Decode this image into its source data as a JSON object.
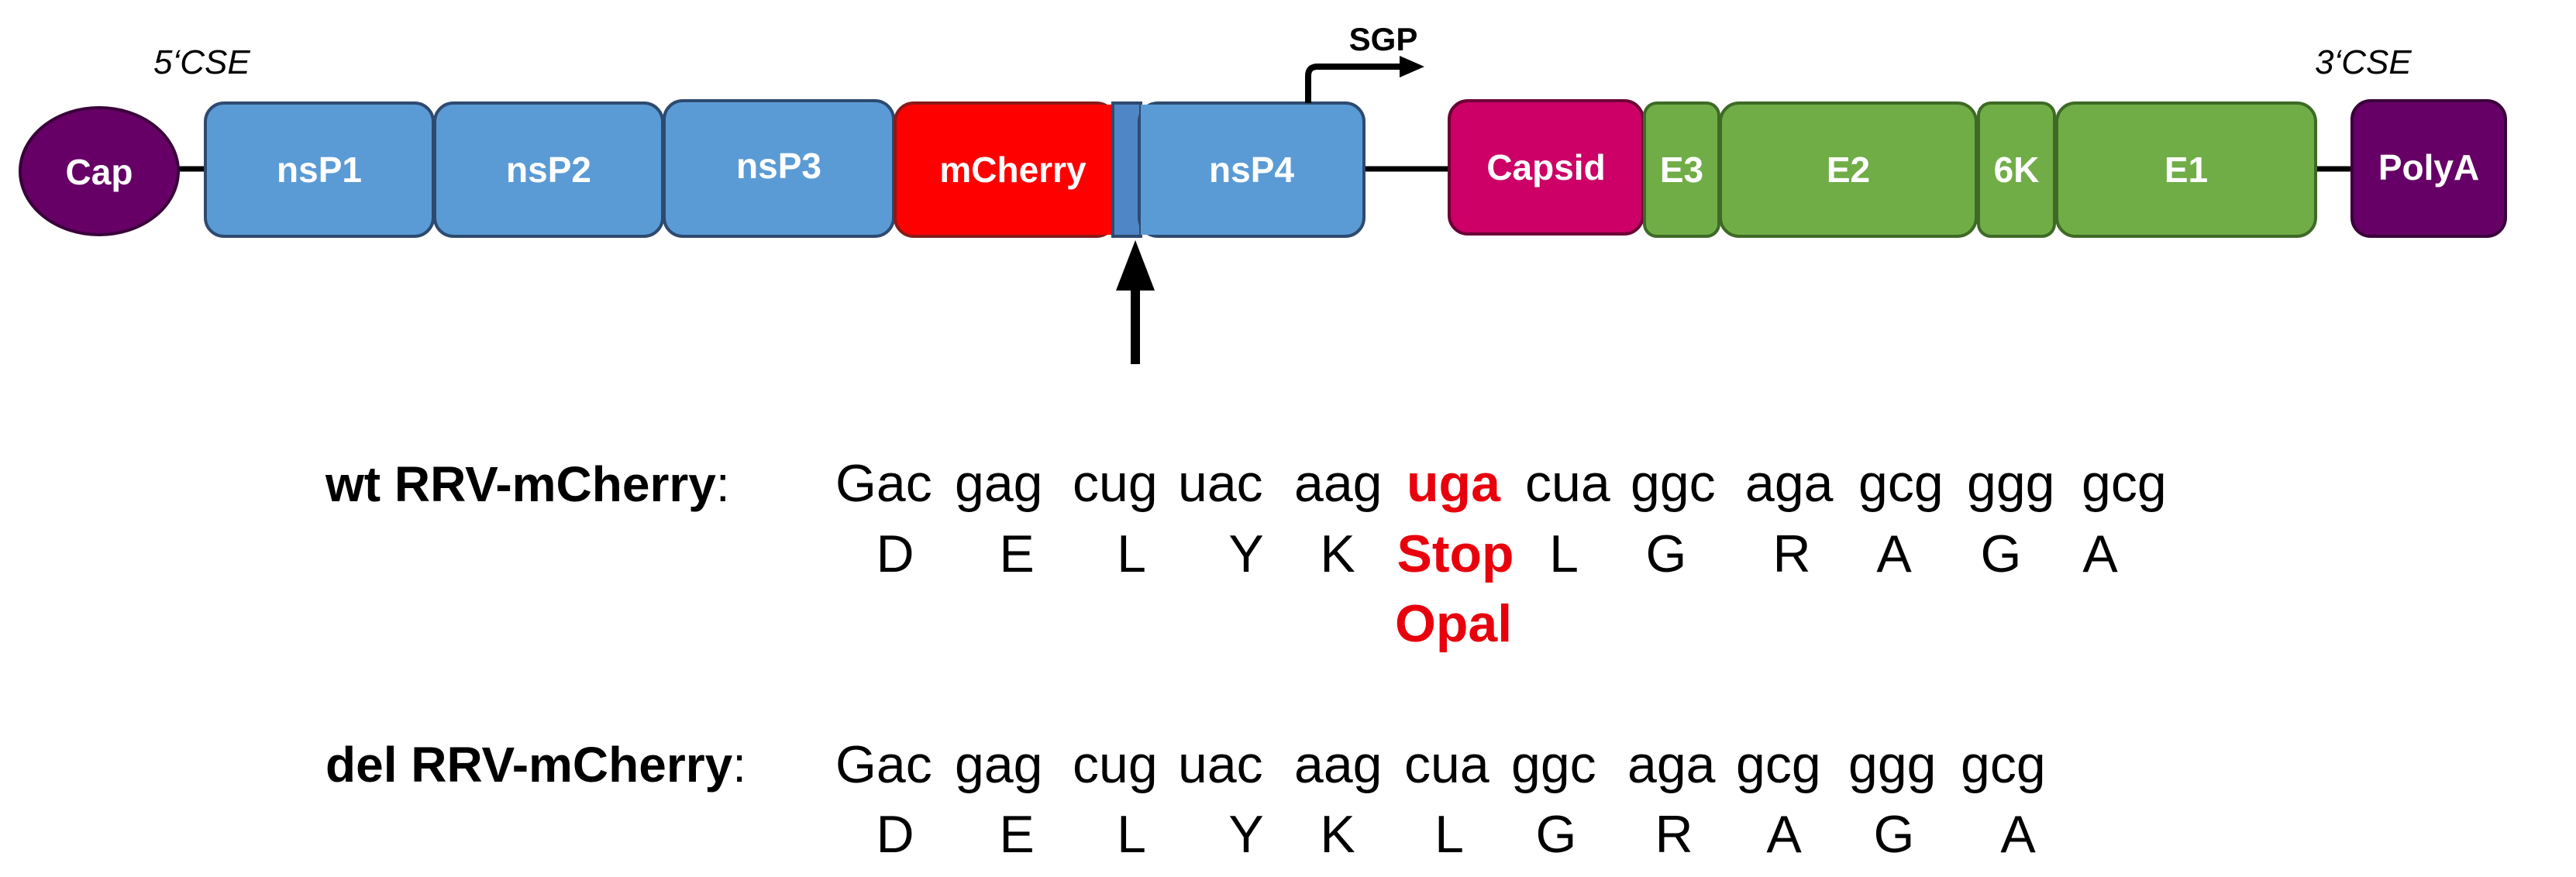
{
  "genome": {
    "elements": [
      {
        "id": "cap",
        "label": "Cap",
        "shape": "ellipse",
        "color": "#660066"
      },
      {
        "id": "nsp1",
        "label": "nsP1",
        "shape": "box",
        "color": "#5b9bd5"
      },
      {
        "id": "nsp2",
        "label": "nsP2",
        "shape": "box",
        "color": "#5b9bd5"
      },
      {
        "id": "nsp3",
        "label": "nsP3",
        "shape": "box",
        "color": "#5b9bd5"
      },
      {
        "id": "mcherry",
        "label": "mCherry",
        "shape": "box",
        "color": "#ff0000"
      },
      {
        "id": "nsp4",
        "label": "nsP4",
        "shape": "box",
        "color": "#5b9bd5"
      },
      {
        "id": "capsid",
        "label": "Capsid",
        "shape": "box",
        "color": "#cc0066"
      },
      {
        "id": "e3",
        "label": "E3",
        "shape": "box",
        "color": "#70ad47"
      },
      {
        "id": "e2",
        "label": "E2",
        "shape": "box",
        "color": "#70ad47"
      },
      {
        "id": "k6",
        "label": "6K",
        "shape": "box",
        "color": "#70ad47"
      },
      {
        "id": "e1",
        "label": "E1",
        "shape": "box",
        "color": "#70ad47"
      },
      {
        "id": "polya",
        "label": "PolyA",
        "shape": "box",
        "color": "#660066"
      }
    ],
    "labels": {
      "cse5": "5‘CSE",
      "cse3": "3‘CSE",
      "sgp": "SGP"
    }
  },
  "sequences": {
    "wt": {
      "name": "wt RRV-mCherry",
      "colon": ":",
      "codons": [
        "Gac",
        "gag",
        "cug",
        "uac",
        "aag",
        "uga",
        "cua",
        "ggc",
        "aga",
        "gcg",
        "ggg",
        "gcg"
      ],
      "amino_acids": [
        "D",
        "E",
        "L",
        "Y",
        "K",
        "Stop",
        "L",
        "G",
        "R",
        "A",
        "G",
        "A"
      ],
      "highlight_index": 5,
      "note": "Opal"
    },
    "del": {
      "name": "del RRV-mCherry",
      "colon": ":",
      "codons": [
        "Gac",
        "gag",
        "cug",
        "uac",
        "aag",
        "cua",
        "ggc",
        "aga",
        "gcg",
        "ggg",
        "gcg"
      ],
      "amino_acids": [
        "D",
        "E",
        "L",
        "Y",
        "K",
        "L",
        "G",
        "R",
        "A",
        "G",
        "A"
      ]
    }
  },
  "colors": {
    "highlight": "#e8000d",
    "line": "#000000",
    "box_stroke": "#2e4a70"
  }
}
